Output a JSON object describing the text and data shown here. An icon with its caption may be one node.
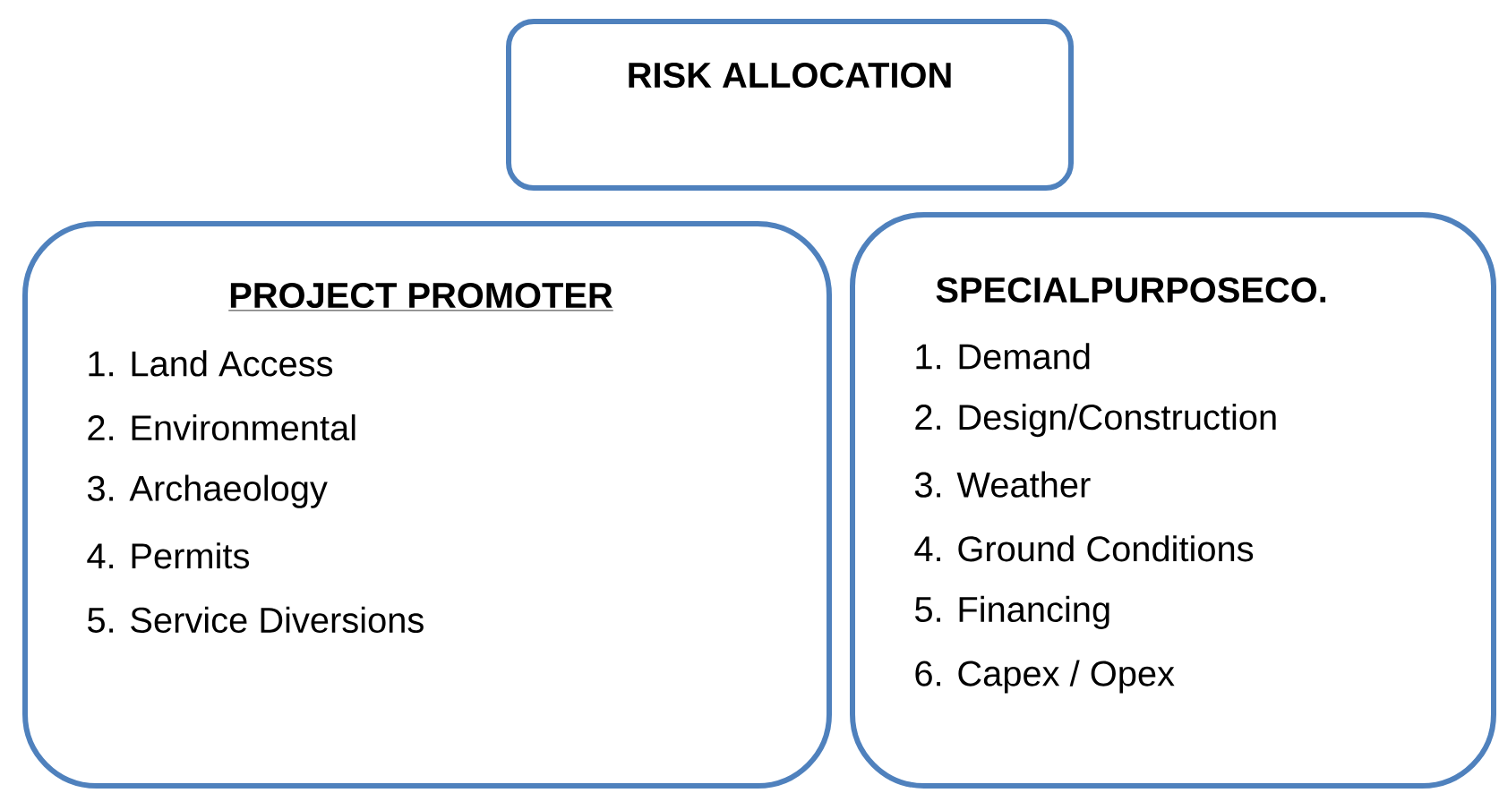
{
  "diagram": {
    "nodes": [
      {
        "text": [
          "RISK ALLOCATION"
        ]
      },
      {
        "text": [
          "PROJECT PROMOTER",
          "1. Land Access",
          "2. Environmental",
          "3. Archaeology",
          "4. Permits",
          "5. Service Diversions"
        ]
      },
      {
        "text": [
          "SPECIALPURPOSECO.",
          "1. Demand",
          "2. Design/Construction",
          "3. Weather",
          "4. Ground Conditions",
          "5. Financing",
          "6. Capex / Opex"
        ]
      }
    ]
  }
}
